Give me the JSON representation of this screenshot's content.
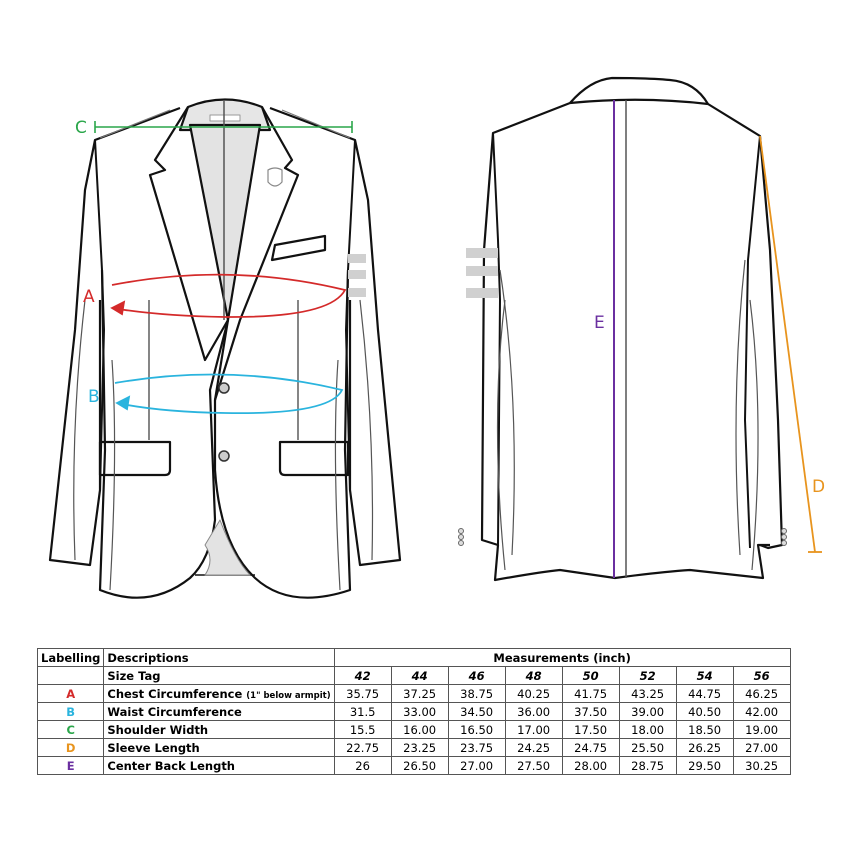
{
  "diagram": {
    "front_view": {
      "labels": {
        "A": {
          "text": "A",
          "color": "#d42a2a",
          "measure": "Chest Circumference"
        },
        "B": {
          "text": "B",
          "color": "#2ab4de",
          "measure": "Waist Circumference"
        },
        "C": {
          "text": "C",
          "color": "#2aa64a",
          "measure": "Shoulder Width"
        }
      }
    },
    "back_view": {
      "labels": {
        "D": {
          "text": "D",
          "color": "#e8941e",
          "measure": "Sleeve Length"
        },
        "E": {
          "text": "E",
          "color": "#6a2fa0",
          "measure": "Center Back Length"
        }
      }
    }
  },
  "table": {
    "header": {
      "labelling": "Labelling",
      "descriptions": "Descriptions",
      "measurements": "Measurements (inch)",
      "size_tag": "Size Tag"
    },
    "sizes": [
      "42",
      "44",
      "46",
      "48",
      "50",
      "52",
      "54",
      "56"
    ],
    "rows": [
      {
        "label": "A",
        "label_color": "#d42a2a",
        "description": "Chest Circumference",
        "note": "(1\" below armpit)",
        "values": [
          "35.75",
          "37.25",
          "38.75",
          "40.25",
          "41.75",
          "43.25",
          "44.75",
          "46.25"
        ]
      },
      {
        "label": "B",
        "label_color": "#2ab4de",
        "description": "Waist Circumference",
        "note": "",
        "values": [
          "31.5",
          "33.00",
          "34.50",
          "36.00",
          "37.50",
          "39.00",
          "40.50",
          "42.00"
        ]
      },
      {
        "label": "C",
        "label_color": "#2aa64a",
        "description": "Shoulder Width",
        "note": "",
        "values": [
          "15.5",
          "16.00",
          "16.50",
          "17.00",
          "17.50",
          "18.00",
          "18.50",
          "19.00"
        ]
      },
      {
        "label": "D",
        "label_color": "#e8941e",
        "description": "Sleeve Length",
        "note": "",
        "values": [
          "22.75",
          "23.25",
          "23.75",
          "24.25",
          "24.75",
          "25.50",
          "26.25",
          "27.00"
        ]
      },
      {
        "label": "E",
        "label_color": "#6a2fa0",
        "description": "Center Back Length",
        "note": "",
        "values": [
          "26",
          "26.50",
          "27.00",
          "27.50",
          "28.00",
          "28.75",
          "29.50",
          "30.25"
        ]
      }
    ]
  }
}
